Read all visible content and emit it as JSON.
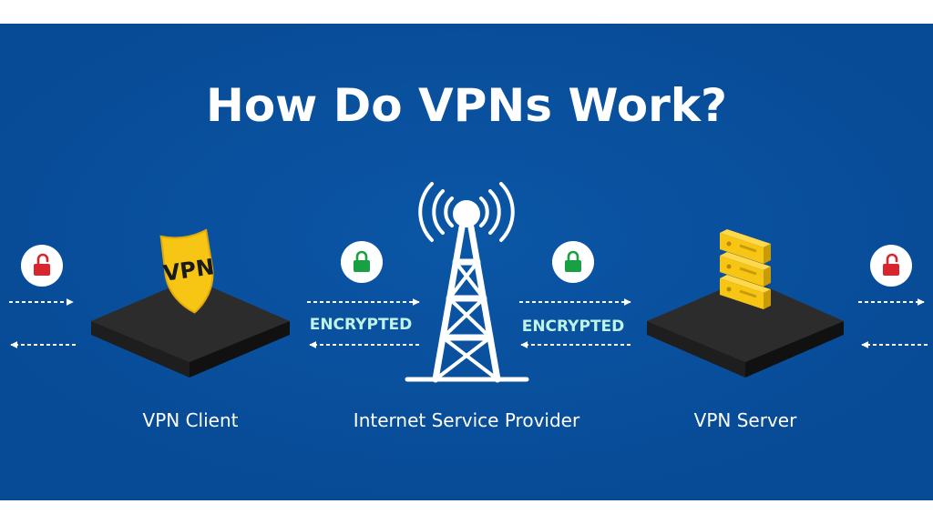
{
  "title": "How Do VPNs Work?",
  "colors": {
    "background": "#074a95",
    "accent_yellow": "#f7c514",
    "encrypted_text": "#bff3e6",
    "platform": "#2b2b2b",
    "unlock_red": "#d9252e",
    "lock_green": "#18a043"
  },
  "nodes": {
    "client": {
      "label": "VPN Client",
      "badge": "VPN"
    },
    "isp": {
      "label": "Internet Service Provider"
    },
    "server": {
      "label": "VPN Server"
    }
  },
  "links": {
    "left_edge": {
      "lock_state": "unlocked",
      "icon": "unlocked-padlock-icon"
    },
    "client_isp": {
      "label": "ENCRYPTED",
      "lock_state": "locked",
      "icon": "locked-padlock-icon"
    },
    "isp_server": {
      "label": "ENCRYPTED",
      "lock_state": "locked",
      "icon": "locked-padlock-icon"
    },
    "right_edge": {
      "lock_state": "unlocked",
      "icon": "unlocked-padlock-icon"
    }
  }
}
